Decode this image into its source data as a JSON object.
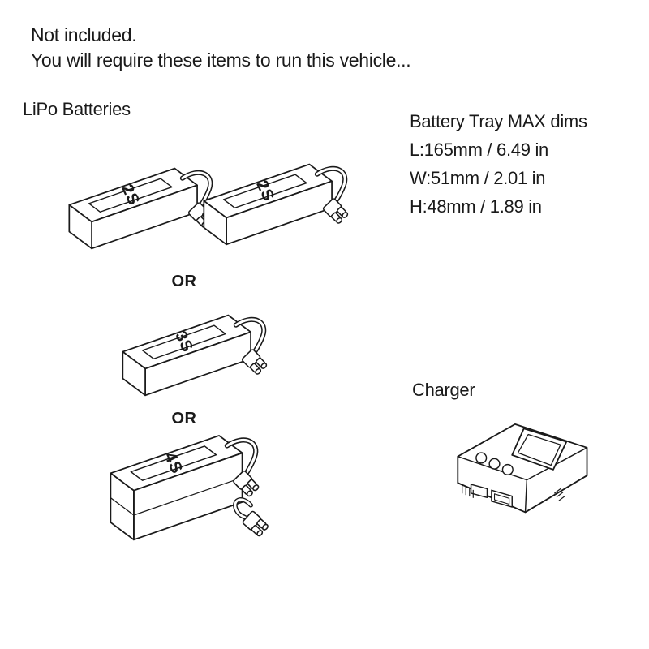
{
  "header": {
    "line1": "Not included.",
    "line2": "You will require these items to run this vehicle..."
  },
  "sections": {
    "batteries_title": "LiPo Batteries",
    "charger_title": "Charger"
  },
  "battery_tray": {
    "title": "Battery Tray MAX dims",
    "dims": [
      "L:165mm / 6.49 in",
      "W:51mm / 2.01 in",
      "H:48mm / 1.89 in"
    ]
  },
  "batteries": {
    "left_2s": "2S",
    "right_2s": "2S",
    "mid_3s": "3S",
    "big_4s": "4S"
  },
  "dividers": {
    "or1": "OR",
    "or2": "OR"
  },
  "colors": {
    "ink": "#1a1a1a",
    "background": "#ffffff"
  }
}
